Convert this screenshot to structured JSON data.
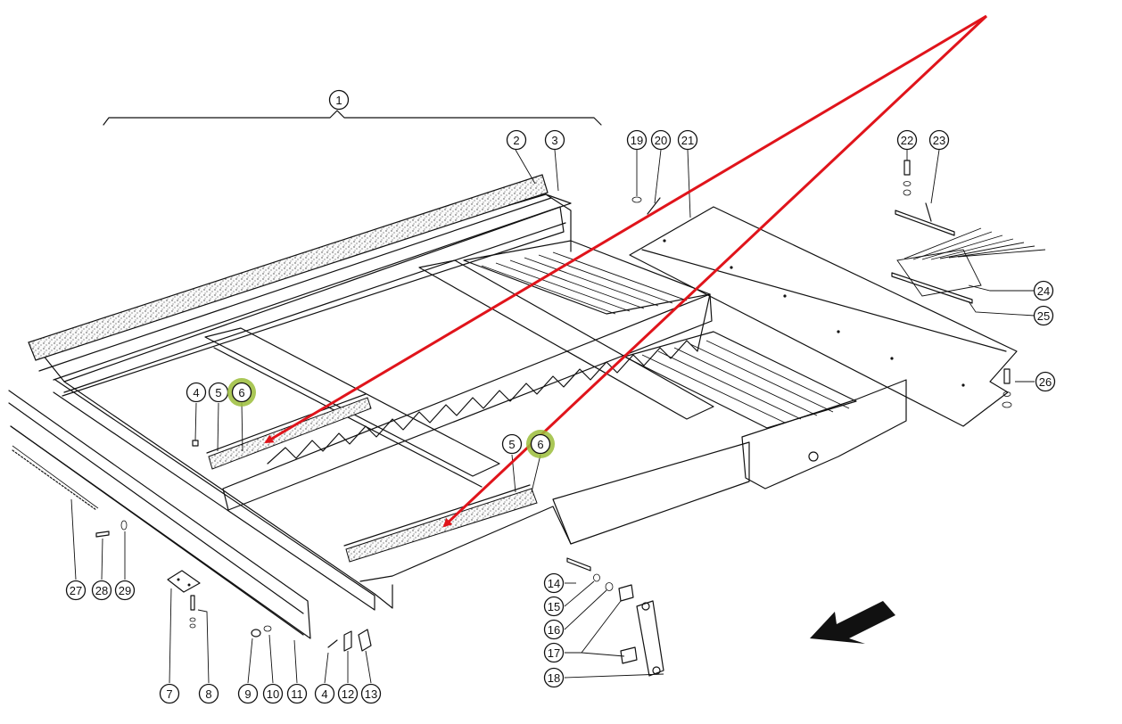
{
  "diagram": {
    "callouts": [
      "1",
      "2",
      "3",
      "4",
      "5",
      "6",
      "7",
      "8",
      "9",
      "10",
      "11",
      "12",
      "13",
      "14",
      "15",
      "16",
      "17",
      "18",
      "19",
      "20",
      "21",
      "22",
      "23",
      "24",
      "25",
      "26",
      "27",
      "28",
      "29"
    ],
    "highlighted": [
      "6"
    ],
    "colors": {
      "highlight": "#9bbd3a",
      "arrow": "#e0141b",
      "ink": "#111111"
    },
    "icons": {
      "direction_arrow": "travel-direction-arrow-icon"
    }
  }
}
